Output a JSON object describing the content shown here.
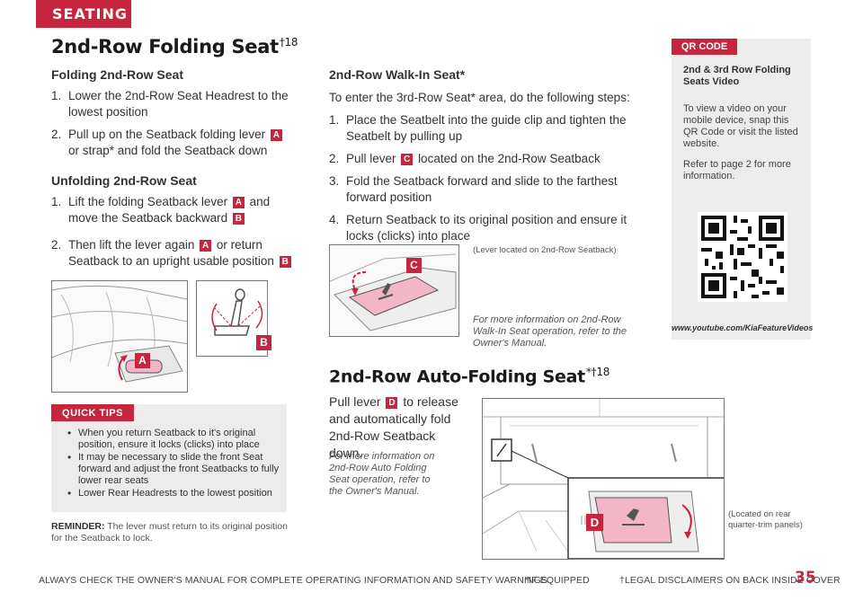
{
  "header": {
    "section_tab": "SEATING"
  },
  "title": {
    "text": "2nd-Row Folding Seat",
    "sup": "†18"
  },
  "folding": {
    "heading": "Folding 2nd-Row Seat",
    "steps": [
      {
        "num": "1.",
        "text": "Lower the 2nd-Row Seat Headrest to the lowest position"
      },
      {
        "num": "2.",
        "pre": "Pull up on the Seatback folding lever",
        "badge": "A",
        "post": "or strap* and fold the Seatback down"
      }
    ]
  },
  "unfolding": {
    "heading": "Unfolding 2nd-Row Seat",
    "steps": [
      {
        "num": "1.",
        "pre": "Lift the folding Seatback lever",
        "badge1": "A",
        "mid": "and move the Seatback backward",
        "badge2": "B"
      },
      {
        "num": "2.",
        "pre": "Then lift the lever again",
        "badge1": "A",
        "mid": "or return Seatback to an upright usable position",
        "badge2": "B"
      }
    ]
  },
  "walkin": {
    "heading": "2nd-Row Walk-In Seat*",
    "intro": "To enter the 3rd-Row Seat* area, do the following steps:",
    "steps": [
      {
        "num": "1.",
        "text": "Place the Seatbelt into the guide clip and tighten the Seatbelt by pulling up"
      },
      {
        "num": "2.",
        "pre": "Pull lever",
        "badge": "C",
        "post": "located on the 2nd-Row Seatback"
      },
      {
        "num": "3.",
        "text": "Fold the Seatback forward and slide to the farthest forward position"
      },
      {
        "num": "4.",
        "text": "Return Seatback to its original position and ensure it locks (clicks) into place"
      }
    ],
    "image_caption": "(Lever located on 2nd-Row Seatback)",
    "image_badge": "C",
    "more_info": "For more information on 2nd-Row Walk-In Seat operation, refer to the Owner's Manual."
  },
  "images": {
    "seat_badge_a": "A",
    "seat_badge_b": "B"
  },
  "autofold": {
    "title": "2nd-Row Auto-Folding Seat",
    "title_sup": "*†18",
    "pre": "Pull lever",
    "badge": "D",
    "post": "to release and automatically fold 2nd-Row Seatback down.",
    "more_info": "For more information on 2nd-Row Auto Folding Seat operation, refer to the Owner's Manual.",
    "image_caption": "(Located on rear quarter-trim panels)",
    "image_badge": "D"
  },
  "qr": {
    "label": "QR CODE",
    "title": "2nd & 3rd Row Folding Seats Video",
    "text1": "To view a video on your mobile device, snap this QR Code or visit the listed website.",
    "text2": "Refer to page 2 for more information.",
    "url": "www.youtube.com/KiaFeatureVideos"
  },
  "tips": {
    "label": "QUICK TIPS",
    "items": [
      "When you return Seatback to it's original position, ensure it locks (clicks) into place",
      "It may be necessary to slide the front Seat forward and adjust the front Seatbacks to fully lower rear seats",
      "Lower Rear Headrests to the lowest position"
    ]
  },
  "reminder": {
    "label": "REMINDER:",
    "text": "The lever must return to its original position for the Seatback to lock."
  },
  "footer": {
    "left": "ALWAYS CHECK THE OWNER'S MANUAL FOR COMPLETE OPERATING INFORMATION AND SAFETY WARNINGS",
    "mid": "*IF EQUIPPED",
    "right": "†LEGAL DISCLAIMERS ON BACK INSIDE COVER",
    "page": "35"
  },
  "colors": {
    "accent": "#c5263d",
    "panel": "#ececec",
    "lever_pink": "#f2b6c6"
  }
}
